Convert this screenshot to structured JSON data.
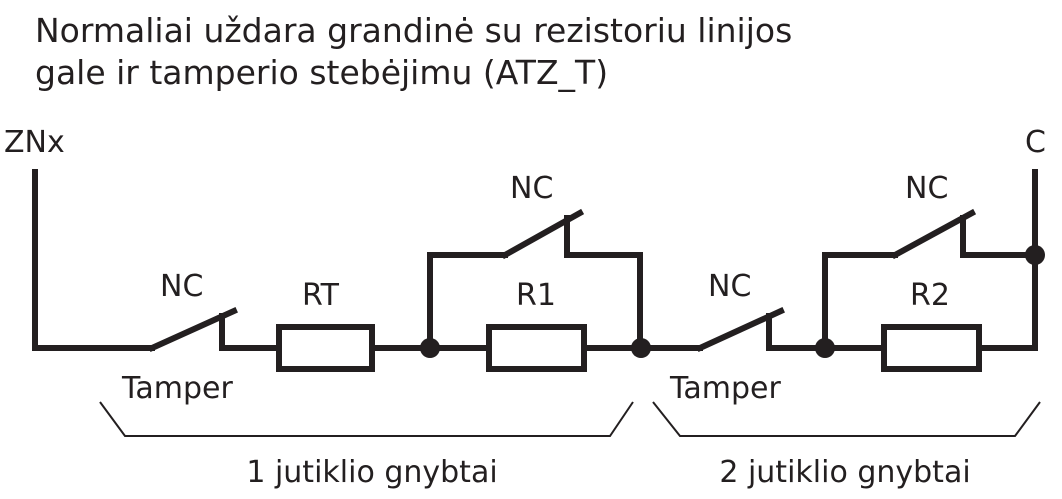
{
  "title": {
    "line1": "Normaliai uždara grandinė su rezistoriu linijos",
    "line2": "gale ir tamperio stebėjimu (ATZ_T)"
  },
  "terminals": {
    "left": "ZNx",
    "right": "C"
  },
  "components": {
    "tamper1_contact": "NC",
    "rt": "RT",
    "sw1_contact": "NC",
    "r1": "R1",
    "tamper2_contact": "NC",
    "sw2_contact": "NC",
    "r2": "R2"
  },
  "labels": {
    "tamper1": "Tamper",
    "tamper2": "Tamper",
    "group1": "1 jutiklio gnybtai",
    "group2": "2 jutiklio gnybtai"
  }
}
